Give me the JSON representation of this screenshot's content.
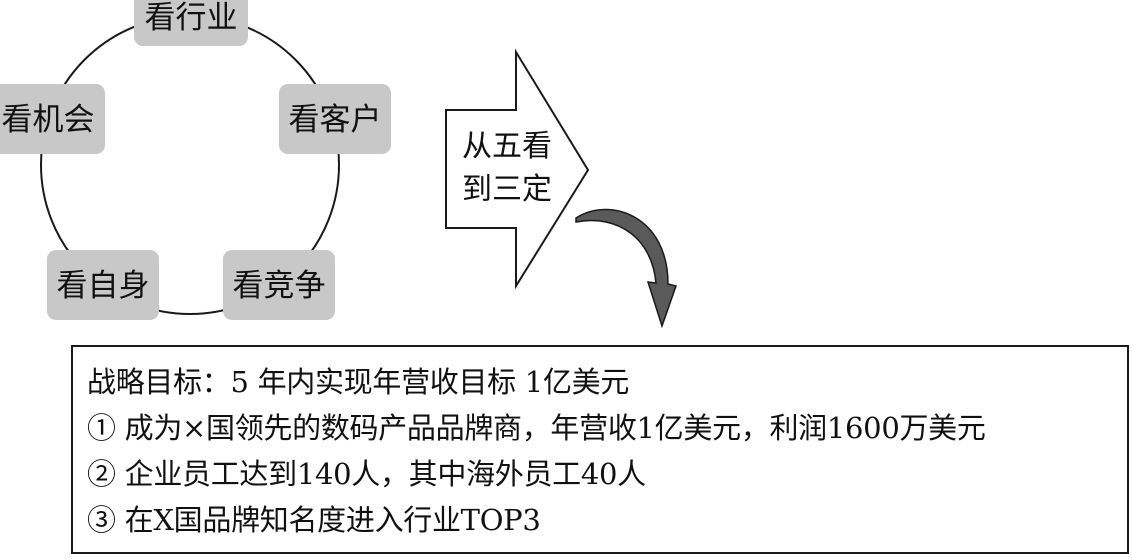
{
  "cycle": {
    "nodes": [
      {
        "id": "industry",
        "label": "看行业"
      },
      {
        "id": "customer",
        "label": "看客户"
      },
      {
        "id": "competition",
        "label": "看竞争"
      },
      {
        "id": "self",
        "label": "看自身"
      },
      {
        "id": "opportunity",
        "label": "看机会"
      }
    ],
    "node_color": "#c8c8c8",
    "line_color": "#1a1a1a"
  },
  "transition_arrow": {
    "line1": "从五看",
    "line2": "到三定"
  },
  "curved_arrow": {
    "fill": "#5a5a5a"
  },
  "goal_box": {
    "title": "战略目标：5 年内实现年营收目标 1亿美元",
    "items": [
      "① 成为×国领先的数码产品品牌商，年营收1亿美元，利润1600万美元",
      "② 企业员工达到140人，其中海外员工40人",
      "③ 在X国品牌知名度进入行业TOP3"
    ]
  }
}
